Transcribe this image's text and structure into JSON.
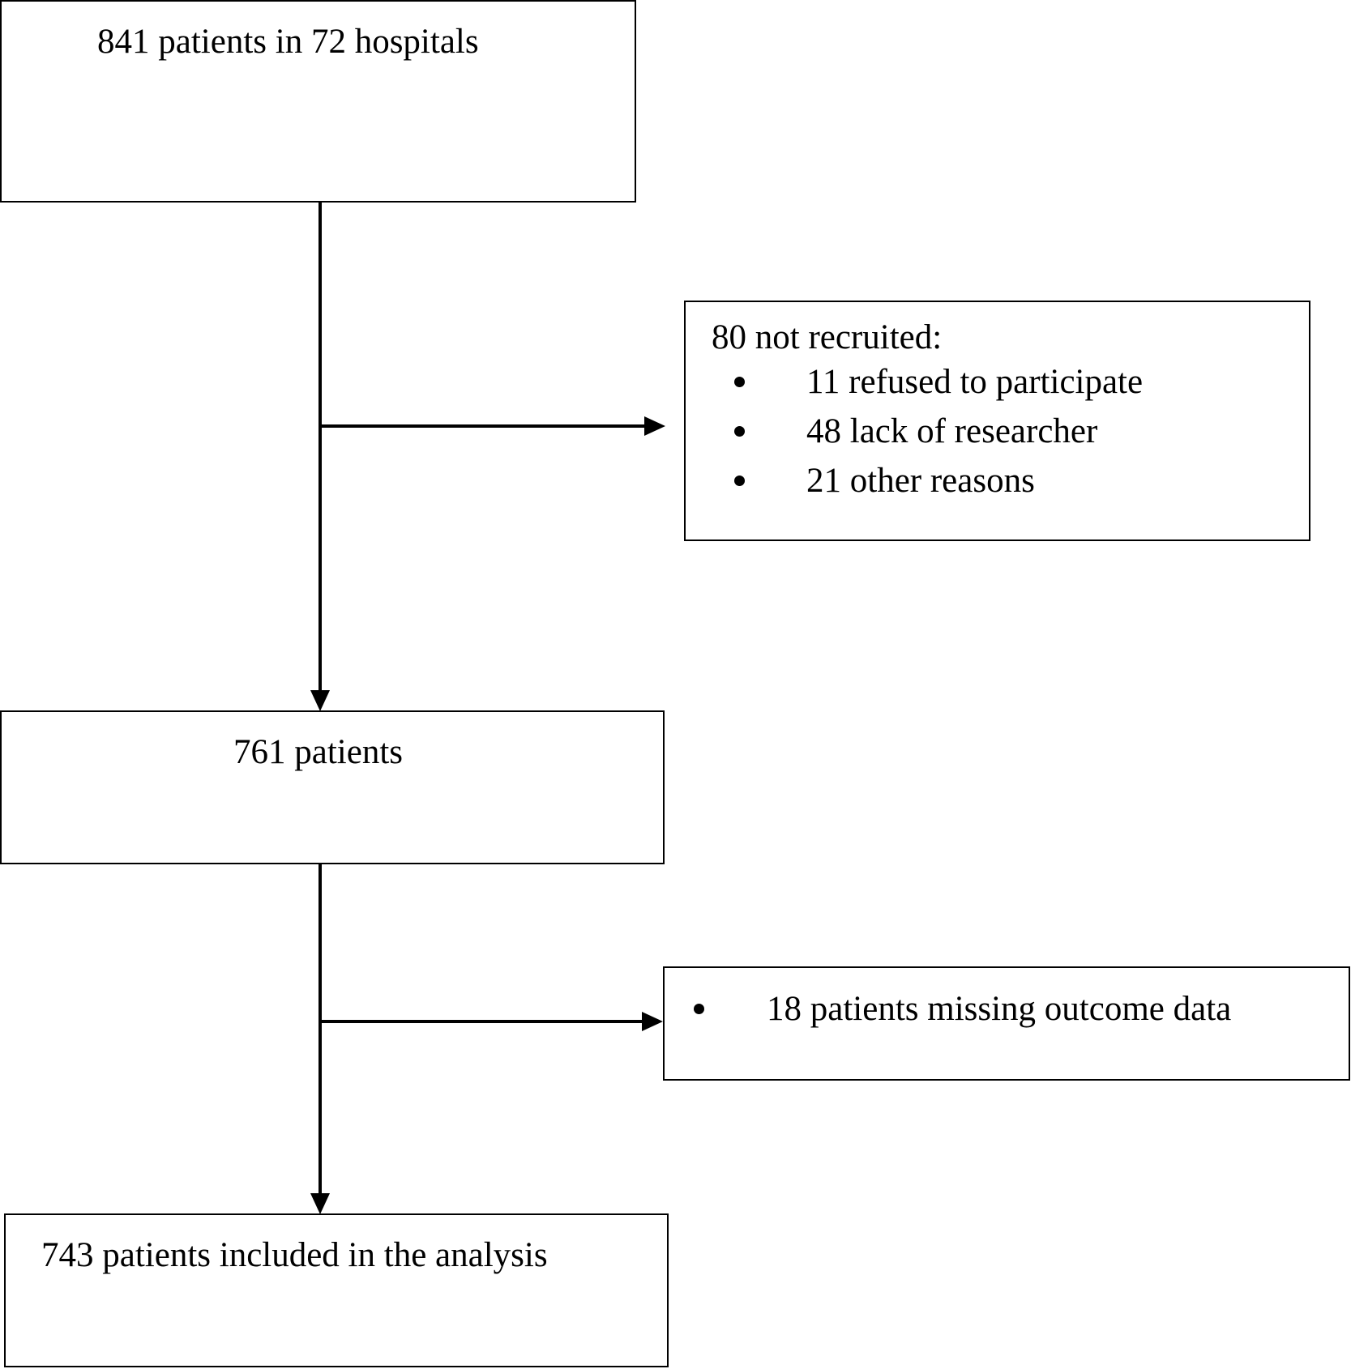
{
  "flowchart": {
    "nodes": [
      {
        "id": "enrolled",
        "text": "841 patients in 72 hospitals"
      },
      {
        "id": "not_recruited",
        "title": "80 not recruited:",
        "bullets": [
          "11 refused to participate",
          "48 lack of researcher",
          "21 other reasons"
        ]
      },
      {
        "id": "recruited",
        "text": "761 patients"
      },
      {
        "id": "missing",
        "bullets": [
          "18 patients missing outcome data"
        ]
      },
      {
        "id": "analysed",
        "text": "743 patients included in the analysis"
      }
    ],
    "edges": [
      {
        "from": "enrolled",
        "to": "recruited"
      },
      {
        "from": "enrolled",
        "to": "not_recruited"
      },
      {
        "from": "recruited",
        "to": "analysed"
      },
      {
        "from": "recruited",
        "to": "missing"
      }
    ],
    "colors": {
      "stroke": "#000000",
      "background": "#ffffff"
    }
  }
}
